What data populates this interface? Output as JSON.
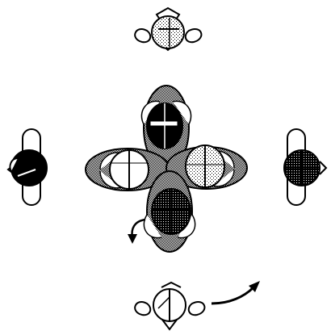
{
  "diagram": {
    "figures": [
      {
        "id": "top",
        "view": "side-on",
        "orientation": "horizontal",
        "fill": "stipple"
      },
      {
        "id": "left",
        "view": "front-on",
        "orientation": "vertical",
        "fill": "black"
      },
      {
        "id": "right",
        "view": "front-on",
        "orientation": "vertical",
        "fill": "cross-hatch"
      },
      {
        "id": "bottom",
        "view": "side-on",
        "orientation": "horizontal",
        "fill": "white"
      },
      {
        "id": "cluster-north",
        "fill": "black",
        "petal_fill": "grey"
      },
      {
        "id": "cluster-west",
        "fill": "white",
        "petal_fill": "grey"
      },
      {
        "id": "cluster-east",
        "fill": "stipple",
        "petal_fill": "grey"
      },
      {
        "id": "cluster-south",
        "fill": "cross-hatch",
        "petal_fill": "grey"
      }
    ],
    "arrows": [
      {
        "id": "rotation-arrow-lower-left",
        "direction": "counter-clockwise-down"
      },
      {
        "id": "rotation-arrow-bottom-right",
        "direction": "up-right"
      }
    ],
    "colors": {
      "ink": "#000000",
      "paper": "#ffffff",
      "grey": "#9a9a9a"
    }
  }
}
